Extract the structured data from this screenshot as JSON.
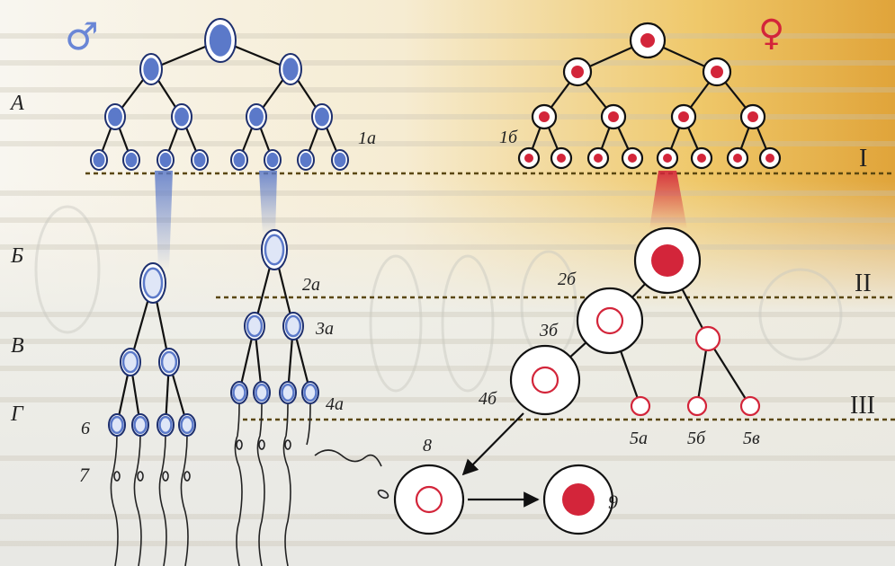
{
  "symbols": {
    "male": "♂",
    "female": "♀"
  },
  "colors": {
    "male_cell_fill": "#5b79c9",
    "male_cell_ring": "#ffffff",
    "male_outline": "#1d2f6e",
    "female_nucleus": "#d3253a",
    "female_outline": "#6b0a14",
    "dashed_line": "#5a4710",
    "gradient_gold": "#e9b64a"
  },
  "stage_labels": [
    "А",
    "Б",
    "В",
    "Г"
  ],
  "levels": [
    "I",
    "II",
    "III"
  ],
  "male_labels": {
    "l1a": "1а",
    "l2a": "2а",
    "l3a": "3а",
    "l4a": "4а",
    "l6": "6",
    "l7": "7"
  },
  "female_labels": {
    "l1b": "1б",
    "l2b": "2б",
    "l3b": "3б",
    "l4b": "4б",
    "l5a": "5а",
    "l5b": "5б",
    "l5v": "5в",
    "l8": "8",
    "l9": "9"
  }
}
